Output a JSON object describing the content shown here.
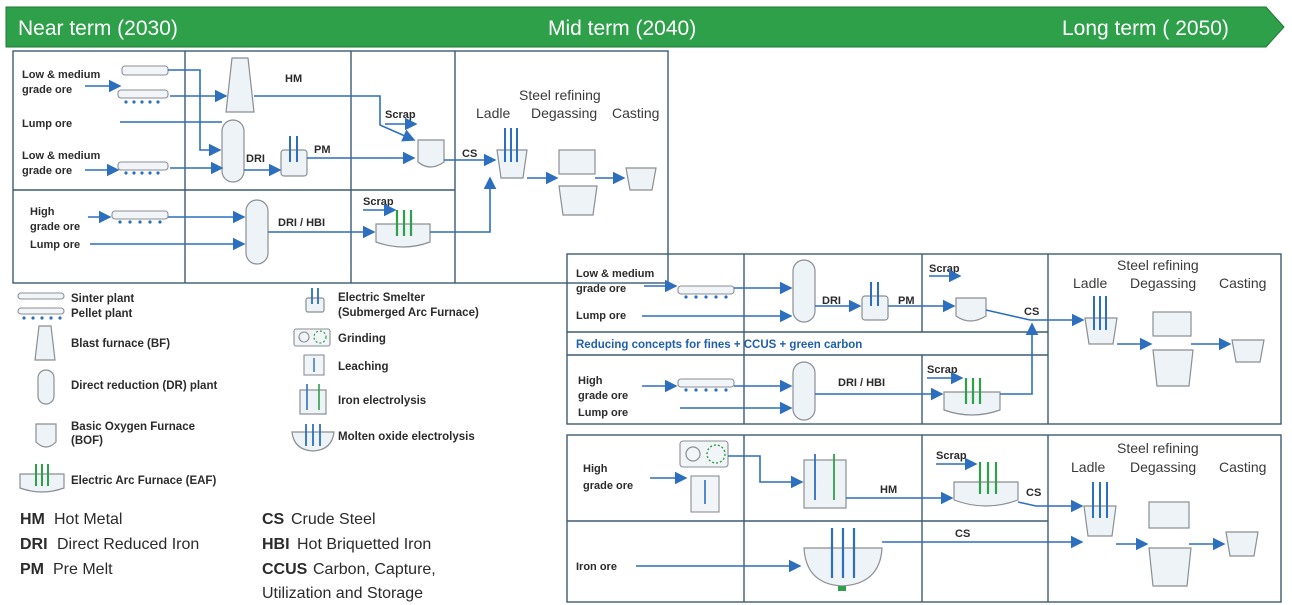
{
  "timeline": {
    "near": "Near term (2030)",
    "mid": "Mid term (2040)",
    "long": "Long term ( 2050)",
    "color": "#2ea04a"
  },
  "panel1": {
    "ore_low1": [
      "Low & medium",
      "grade ore"
    ],
    "lump1": "Lump ore",
    "ore_low2": [
      "Low & medium",
      "grade ore"
    ],
    "ore_high": [
      "High",
      "grade ore"
    ],
    "lump2": "Lump ore",
    "hm": "HM",
    "dri": "DRI",
    "pm": "PM",
    "dri_hbi": "DRI / HBI",
    "scrap1": "Scrap",
    "scrap2": "Scrap",
    "cs": "CS",
    "ladle": "Ladle",
    "refining": "Steel refining",
    "degassing": "Degassing",
    "casting": "Casting"
  },
  "panel2": {
    "ore_low": [
      "Low & medium",
      "grade ore"
    ],
    "lump1": "Lump ore",
    "dri": "DRI",
    "pm": "PM",
    "scrap1": "Scrap",
    "cs": "CS",
    "note": "Reducing concepts for fines + CCUS + green carbon",
    "ore_high": [
      "High",
      "grade ore"
    ],
    "lump2": "Lump ore",
    "dri_hbi": "DRI / HBI",
    "scrap2": "Scrap",
    "ladle": "Ladle",
    "refining": "Steel refining",
    "degassing": "Degassing",
    "casting": "Casting"
  },
  "panel3": {
    "ore_high": [
      "High",
      "grade ore"
    ],
    "iron_ore": "Iron ore",
    "hm": "HM",
    "scrap": "Scrap",
    "cs1": "CS",
    "cs2": "CS",
    "ladle": "Ladle",
    "refining": "Steel refining",
    "degassing": "Degassing",
    "casting": "Casting"
  },
  "legend": {
    "sinter": "Sinter plant",
    "pellet": "Pellet plant",
    "bf": "Blast furnace (BF)",
    "dr": "Direct reduction (DR) plant",
    "bof": [
      "Basic Oxygen Furnace",
      "(BOF)"
    ],
    "eaf": "Electric Arc Furnace (EAF)",
    "smelter": [
      "Electric Smelter",
      "(Submerged Arc Furnace)"
    ],
    "grinding": "Grinding",
    "leaching": "Leaching",
    "iron_el": "Iron electrolysis",
    "moe": "Molten oxide electrolysis"
  },
  "abbreviations": [
    {
      "key": "HM",
      "text": "Hot Metal"
    },
    {
      "key": "DRI",
      "text": "Direct Reduced Iron"
    },
    {
      "key": "PM",
      "text": "Pre Melt"
    },
    {
      "key": "CS",
      "text": "Crude Steel"
    },
    {
      "key": "HBI",
      "text": "Hot Briquetted Iron"
    },
    {
      "key": "CCUS",
      "text": "Carbon, Capture,"
    },
    {
      "key": "",
      "text": "Utilization and Storage"
    }
  ]
}
